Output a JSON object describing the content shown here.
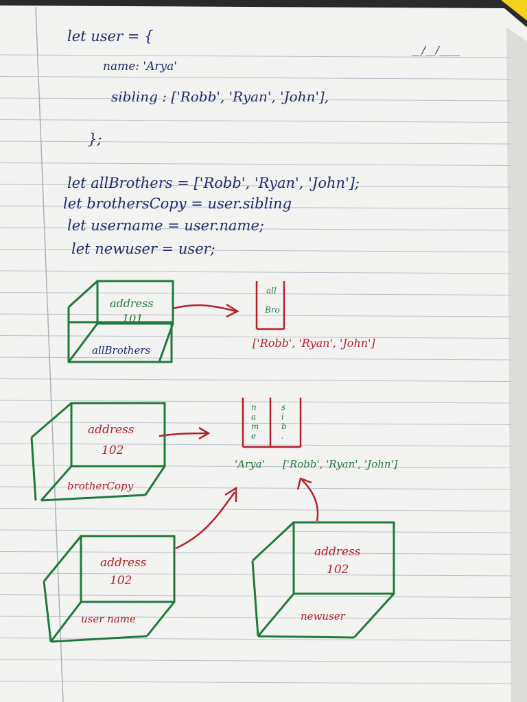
{
  "page": {
    "date_placeholder": "__/__/____"
  },
  "code": {
    "lines": [
      "let user = {",
      "name: 'Arya'",
      "sibling : ['Robb', 'Ryan', 'John'],",
      "};",
      "let allBrothers = ['Robb', 'Ryan', 'John'];",
      "let brothersCopy = user.sibling",
      "let username = user.name;",
      "let newuser = user;"
    ]
  },
  "diagram": {
    "boxes": [
      {
        "address_word": "address",
        "address_num": "101",
        "label": "allBrothers"
      },
      {
        "address_word": "address",
        "address_num": "102",
        "label": "brotherCopy"
      },
      {
        "address_word": "address",
        "address_num": "102",
        "label": "user name"
      },
      {
        "address_word": "address",
        "address_num": "102",
        "label": "newuser"
      }
    ],
    "memory_top": {
      "cell_text": [
        "all",
        "Bro"
      ],
      "value": "['Robb', 'Ryan', 'John']"
    },
    "memory_bottom": {
      "cell_left": [
        "n",
        "a",
        "m",
        "e"
      ],
      "cell_right": [
        "s",
        "i",
        "b",
        "."
      ],
      "value_left": "'Arya'",
      "value_right": "['Robb', 'Ryan', 'John']"
    }
  },
  "colors": {
    "ink_blue": "#1f2a6e",
    "ink_green": "#1f7a3a",
    "ink_red": "#b3202a",
    "paper": "#f3f3f1",
    "rule_line": "#b9c2cc",
    "margin_line": "#aab0b6"
  }
}
